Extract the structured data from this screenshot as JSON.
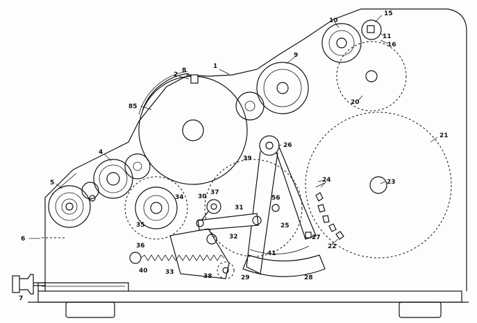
{
  "figure": {
    "labels": {
      "l1": "1",
      "l2": "2",
      "l4": "4",
      "l5": "5",
      "l6": "6",
      "l7": "7",
      "l8": "8",
      "l9": "9",
      "l10": "10",
      "l11": "11",
      "l15": "15",
      "l16": "16",
      "l20": "20",
      "l21": "21",
      "l22": "22",
      "l23": "23",
      "l24": "24",
      "l25": "25",
      "l26": "26",
      "l27": "27",
      "l28": "28",
      "l29": "29",
      "l30": "30",
      "l31": "31",
      "l32": "32",
      "l33": "33",
      "l34": "34",
      "l35": "35",
      "l36": "36",
      "l37": "37",
      "l38": "38",
      "l39": "39",
      "l40": "40",
      "l41": "41",
      "l56": "56",
      "l85": "85"
    }
  }
}
